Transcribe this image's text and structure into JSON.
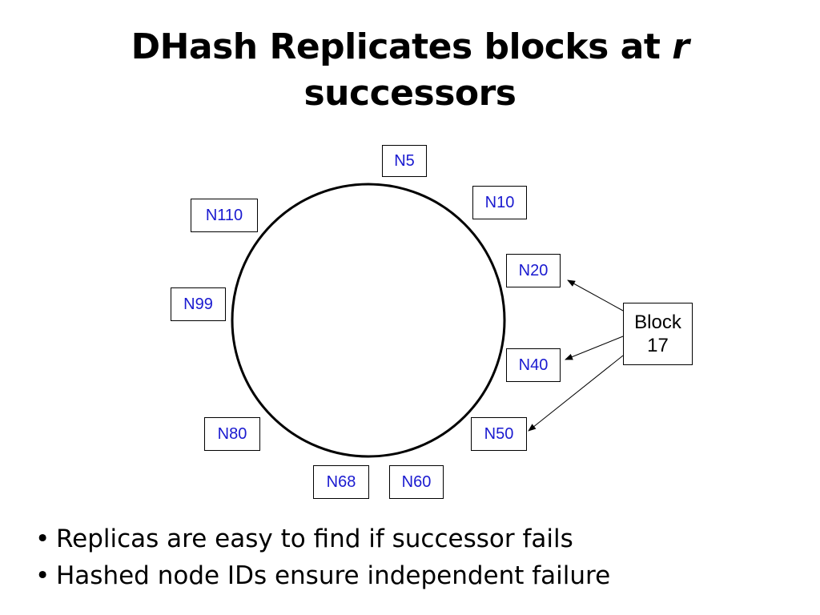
{
  "slide": {
    "title": {
      "line1": "DHash Replicates blocks at ",
      "line1_var": "r",
      "line2": "successors"
    },
    "ring": {
      "nodes": [
        {
          "id": "n5",
          "label": "N5"
        },
        {
          "id": "n10",
          "label": "N10"
        },
        {
          "id": "n20",
          "label": "N20"
        },
        {
          "id": "n40",
          "label": "N40"
        },
        {
          "id": "n50",
          "label": "N50"
        },
        {
          "id": "n60",
          "label": "N60"
        },
        {
          "id": "n68",
          "label": "N68"
        },
        {
          "id": "n80",
          "label": "N80"
        },
        {
          "id": "n99",
          "label": "N99"
        },
        {
          "id": "n110",
          "label": "N110"
        }
      ],
      "node_label_color": "#1a1ad0",
      "line_color": "#000000"
    },
    "block": {
      "line1": "Block",
      "line2": "17",
      "replicated_to": [
        "N20",
        "N40",
        "N50"
      ]
    },
    "bullets": [
      "Replicas are easy to find if successor fails",
      "Hashed node IDs ensure independent failure"
    ],
    "bullet_symbol": "•"
  }
}
